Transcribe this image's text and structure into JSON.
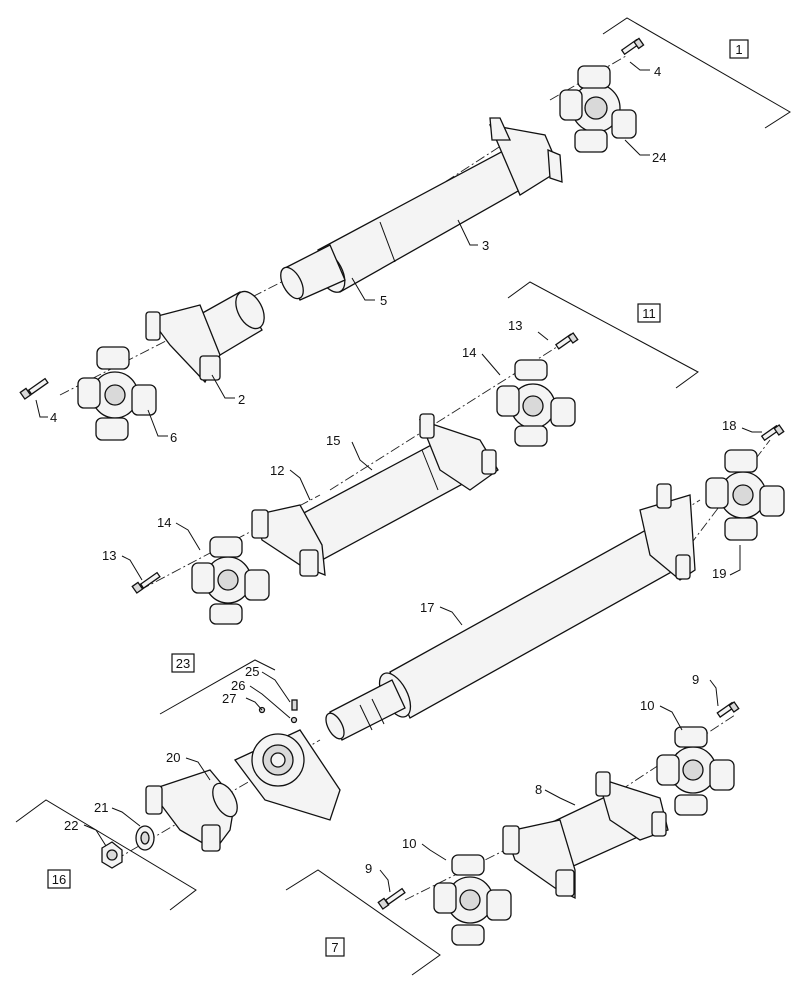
{
  "callouts": {
    "c1": "1",
    "c2": "2",
    "c3": "3",
    "c4a": "4",
    "c4b": "4",
    "c5": "5",
    "c6": "6",
    "c7": "7",
    "c8": "8",
    "c9a": "9",
    "c9b": "9",
    "c10a": "10",
    "c10b": "10",
    "c11": "11",
    "c12": "12",
    "c13a": "13",
    "c13b": "13",
    "c14a": "14",
    "c14b": "14",
    "c15": "15",
    "c16": "16",
    "c17": "17",
    "c18": "18",
    "c19": "19",
    "c20": "20",
    "c21": "21",
    "c22": "22",
    "c23": "23",
    "c24": "24",
    "c25": "25",
    "c26": "26",
    "c27": "27"
  }
}
